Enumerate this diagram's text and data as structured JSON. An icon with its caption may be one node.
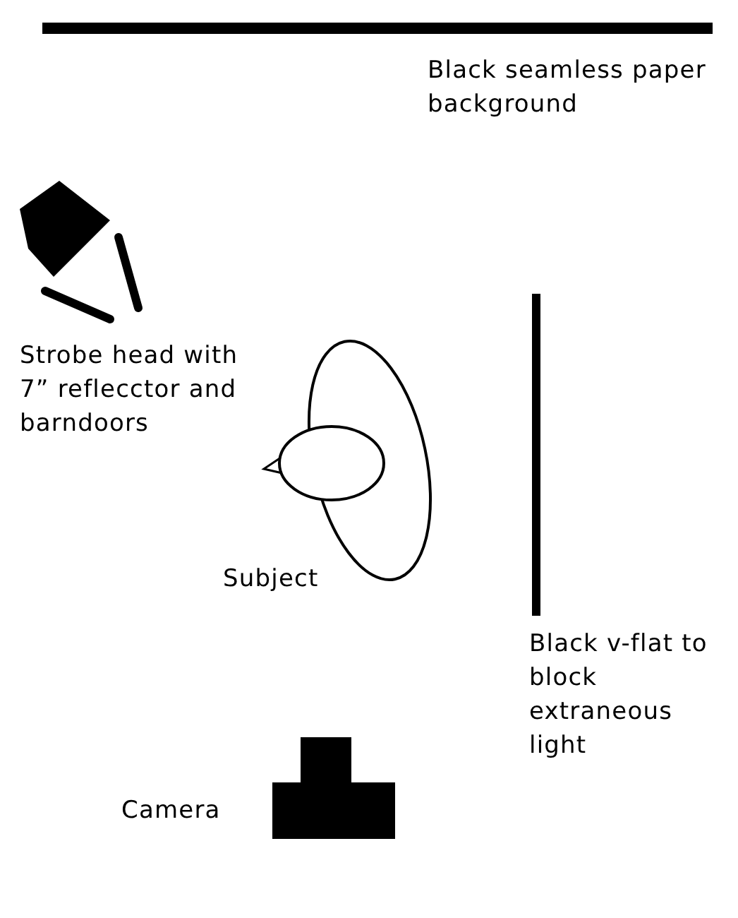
{
  "diagram": {
    "labels": [
      "Black seamless paper background",
      "Strobe head with 7” reflecctor and barndoors",
      "Subject",
      "Black v-flat to block extraneous light",
      "Camera"
    ]
  }
}
